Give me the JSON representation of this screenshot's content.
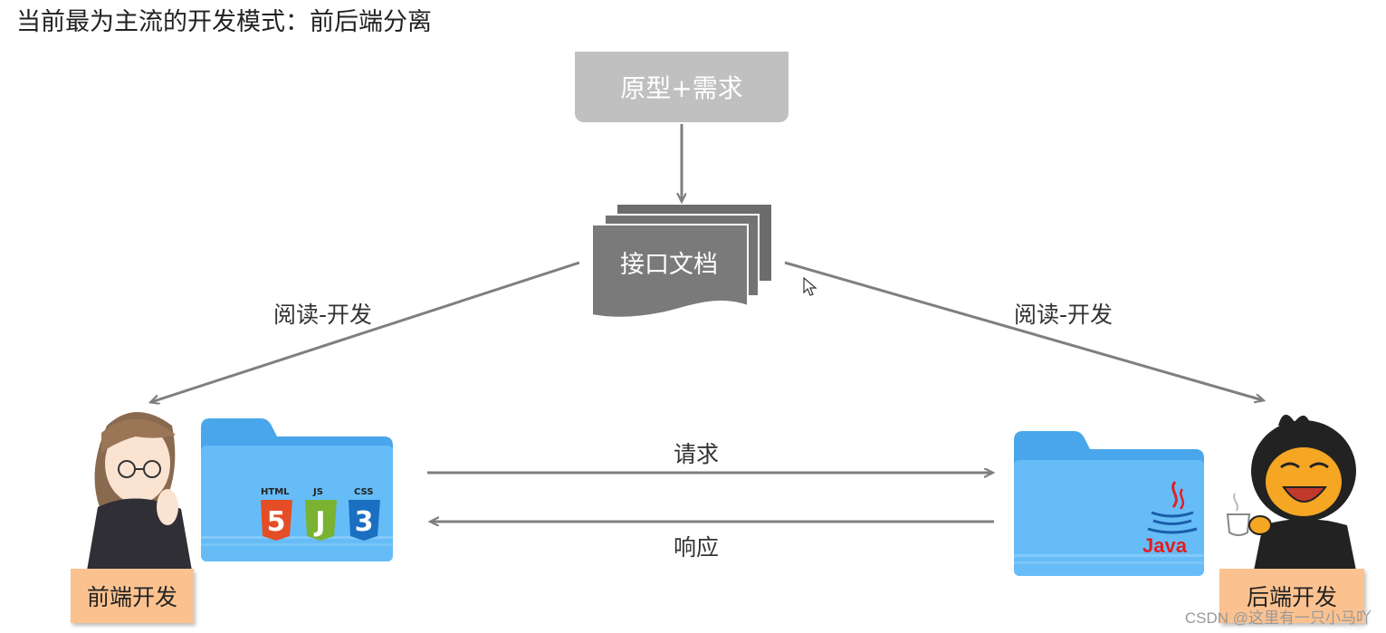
{
  "title": "当前最为主流的开发模式：前后端分离",
  "nodes": {
    "prototype": "原型+需求",
    "api_doc": "接口文档",
    "frontend": "前端开发",
    "backend": "后端开发"
  },
  "edges": {
    "read_dev_left": "阅读-开发",
    "read_dev_right": "阅读-开发",
    "request": "请求",
    "response": "响应"
  },
  "icons": {
    "html": "HTML",
    "js": "JS",
    "css": "CSS",
    "java": "Java"
  },
  "watermark": "CSDN @这里有一只小马吖",
  "colors": {
    "prototype_bg": "#c0c0c0",
    "doc_bg": "#7a7a7a",
    "arrow": "#7f7f7f",
    "role_bg": "#fbc290",
    "folder": "#5cb4f5",
    "html5": "#e44d26",
    "js": "#7ab232",
    "css3": "#1a6fc1",
    "java": "#e11f21"
  }
}
